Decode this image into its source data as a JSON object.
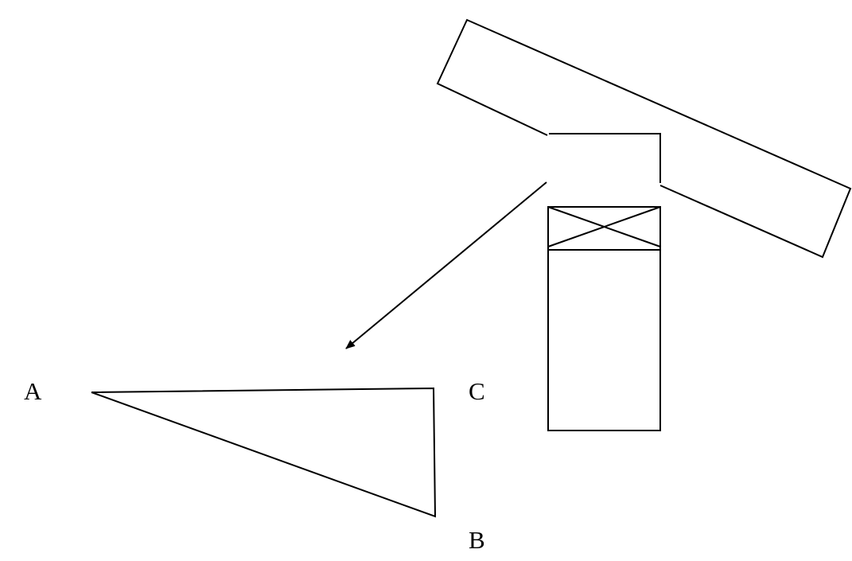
{
  "labels": {
    "a": "A",
    "b": "B",
    "c": "C"
  },
  "colors": {
    "stroke": "#000000",
    "background": "#ffffff"
  }
}
